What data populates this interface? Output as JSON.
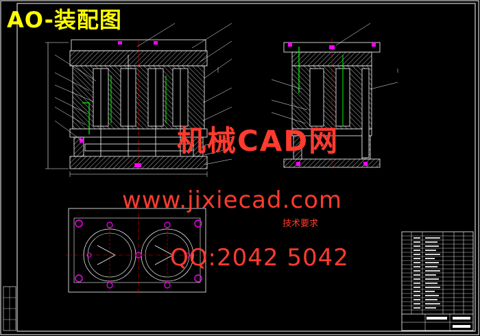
{
  "drawing": {
    "title": "AO-装配图",
    "tech_requirements": {
      "title": "技术要求"
    }
  },
  "watermark": {
    "site_cn": "机械CAD网",
    "url": "www.jixiecad.com",
    "qq": "QQ:2042 5042"
  },
  "colors": {
    "background": "#000000",
    "outline": "#ffffff",
    "hatch": "#c0c0c0",
    "title_text": "#ffff00",
    "watermark": "#ff3b2f",
    "accent_magenta": "#ff00ff",
    "accent_green": "#00ff00",
    "centerline": "#ff0000",
    "leader": "#ffffff"
  }
}
